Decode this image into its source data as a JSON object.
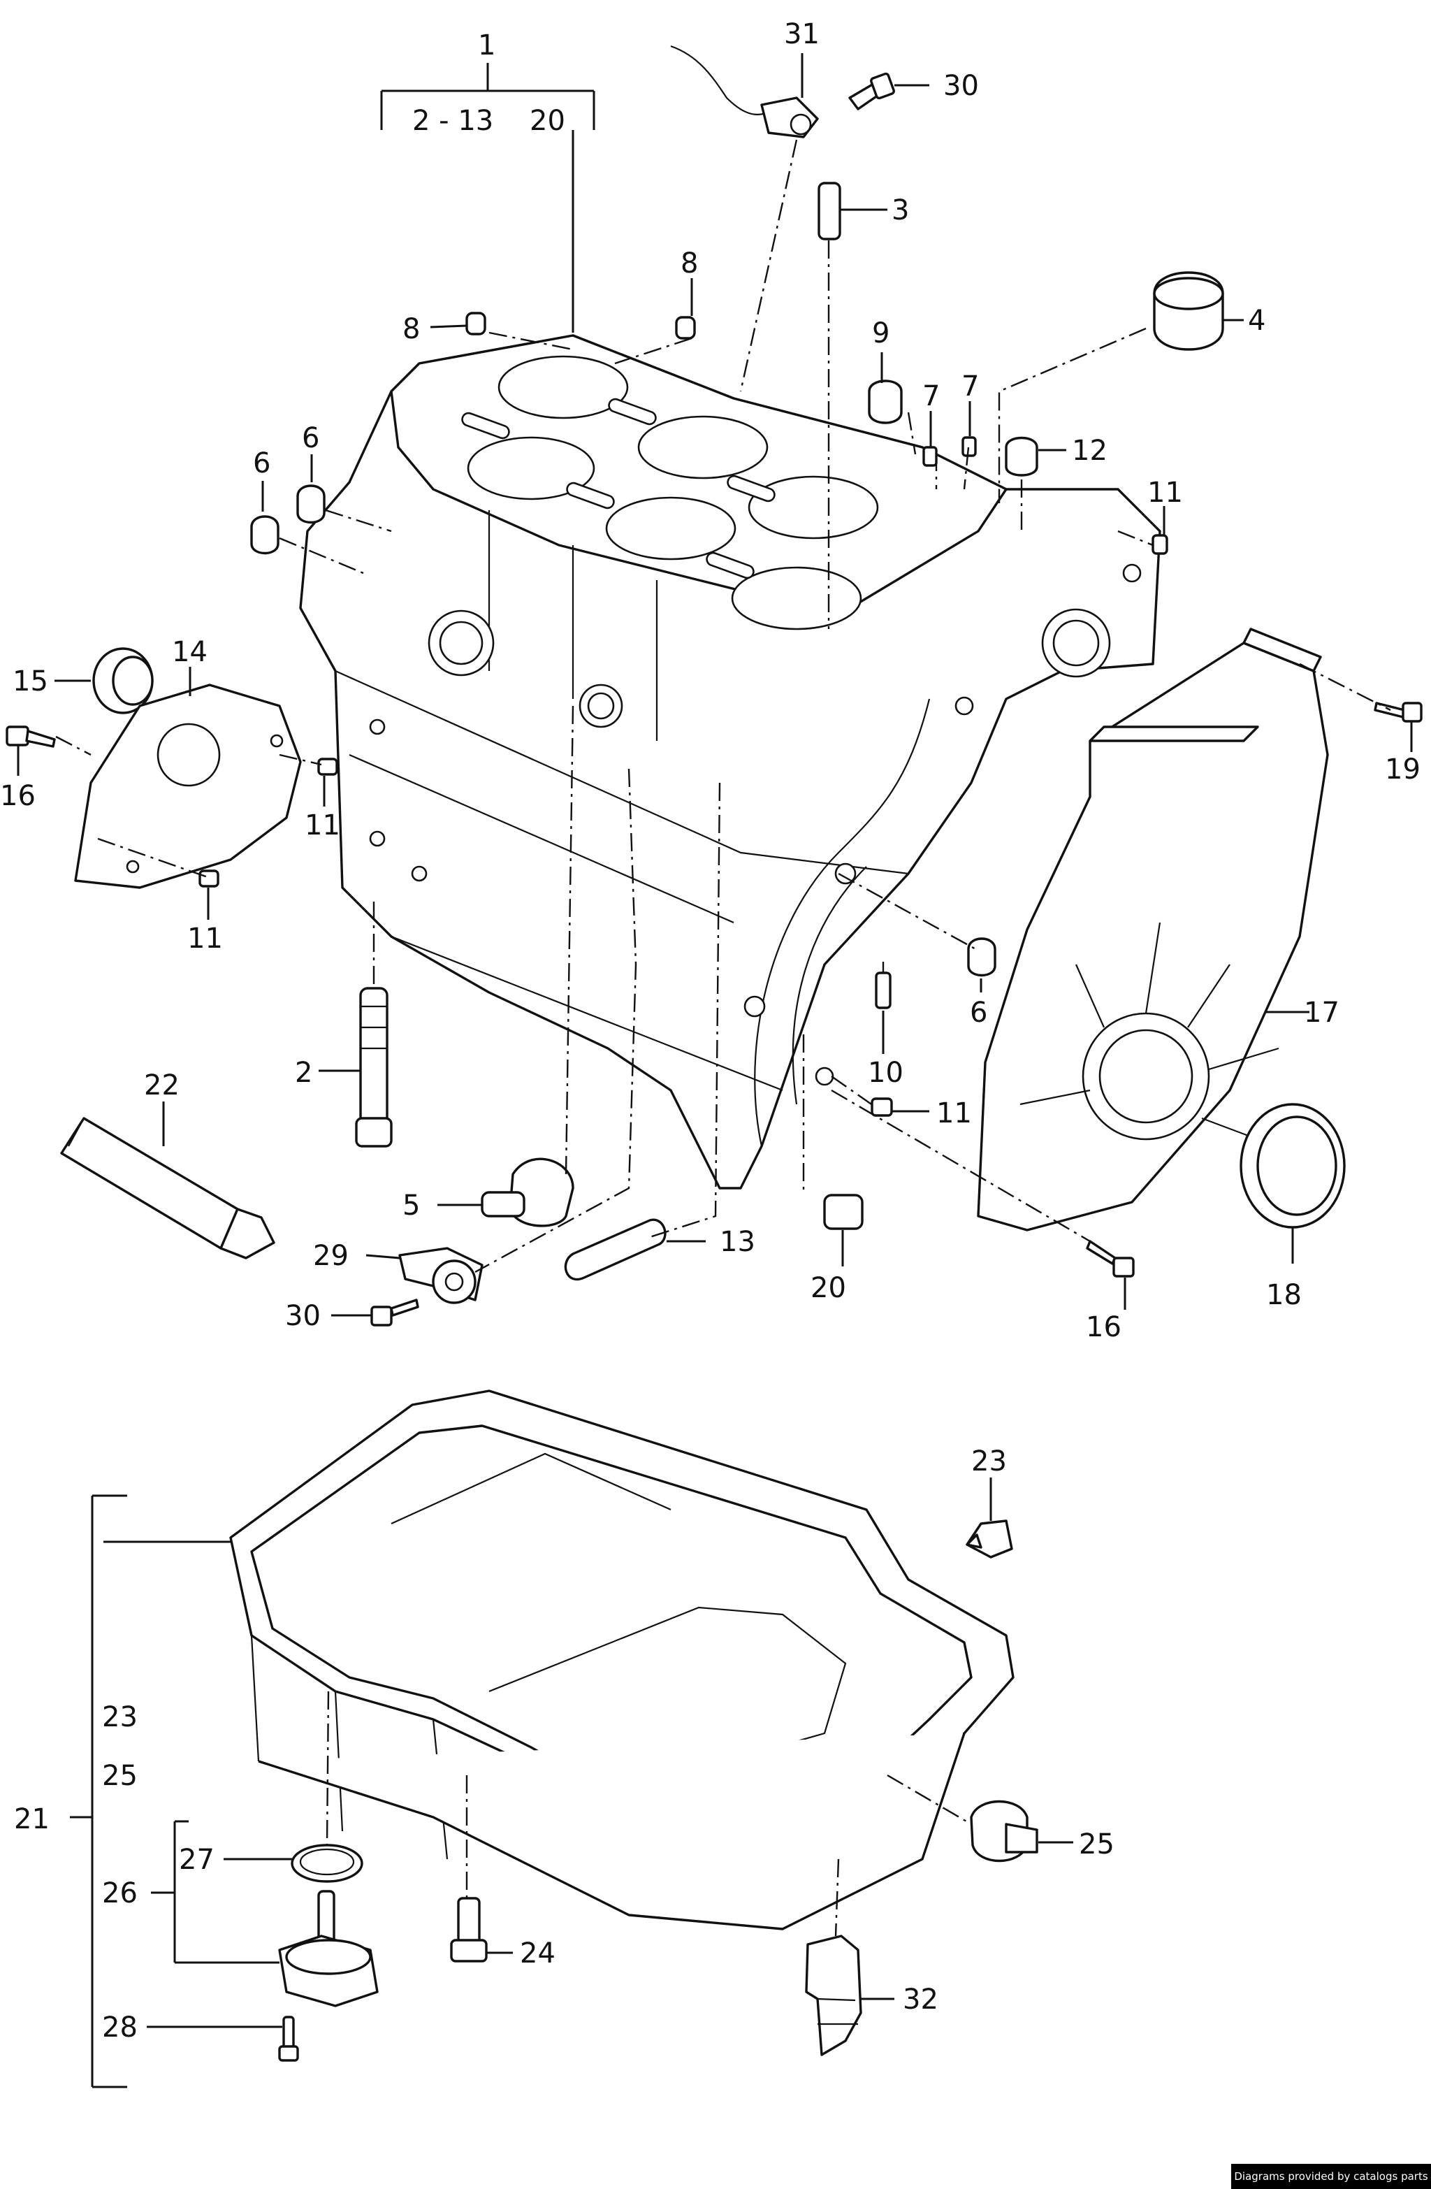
{
  "labels": {
    "l1": "1",
    "l2_13": "2 - 13",
    "l20_top": "20",
    "l31": "31",
    "l30_top": "30",
    "l3": "3",
    "l4": "4",
    "l8_a": "8",
    "l8_b": "8",
    "l9": "9",
    "l7_a": "7",
    "l7_b": "7",
    "l12": "12",
    "l6_a": "6",
    "l6_b": "6",
    "l6_c": "6",
    "l11_a": "11",
    "l11_b": "11",
    "l11_c": "11",
    "l11_d": "11",
    "l15": "15",
    "l14": "14",
    "l16_a": "16",
    "l16_b": "16",
    "l19": "19",
    "l17": "17",
    "l10": "10",
    "l2": "2",
    "l22": "22",
    "l5": "5",
    "l29": "29",
    "l30_bot": "30",
    "l13": "13",
    "l20_bot": "20",
    "l18": "18",
    "l23_a": "23",
    "l23_b": "23",
    "l25_a": "25",
    "l25_b": "25",
    "l21": "21",
    "l26": "26",
    "l27": "27",
    "l28": "28",
    "l24": "24",
    "l32": "32"
  },
  "credit": "Diagrams provided by catalogs parts"
}
